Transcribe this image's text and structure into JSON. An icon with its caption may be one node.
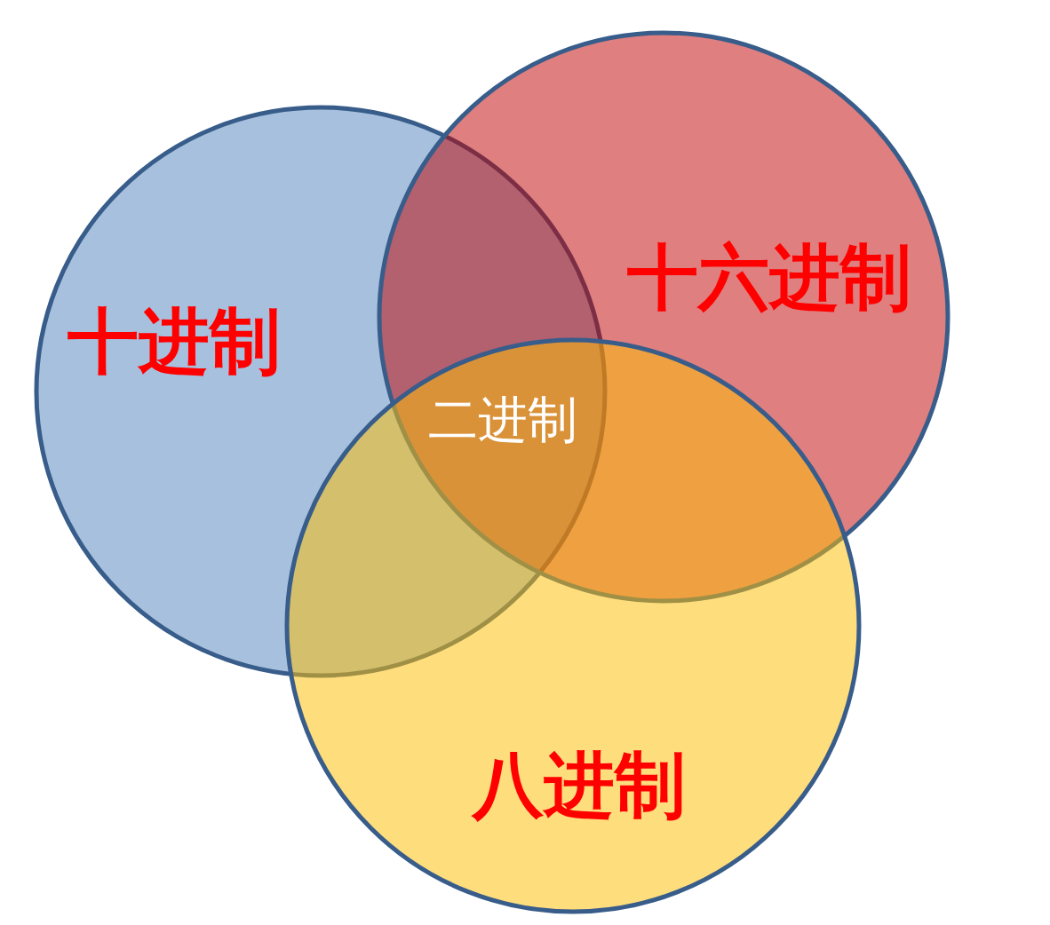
{
  "diagram": {
    "nodes": [
      {
        "text": [
          "十进制"
        ]
      },
      {
        "text": [
          "十六进制"
        ]
      },
      {
        "text": [
          "八进制"
        ]
      }
    ],
    "labels": [
      "二进制"
    ]
  }
}
